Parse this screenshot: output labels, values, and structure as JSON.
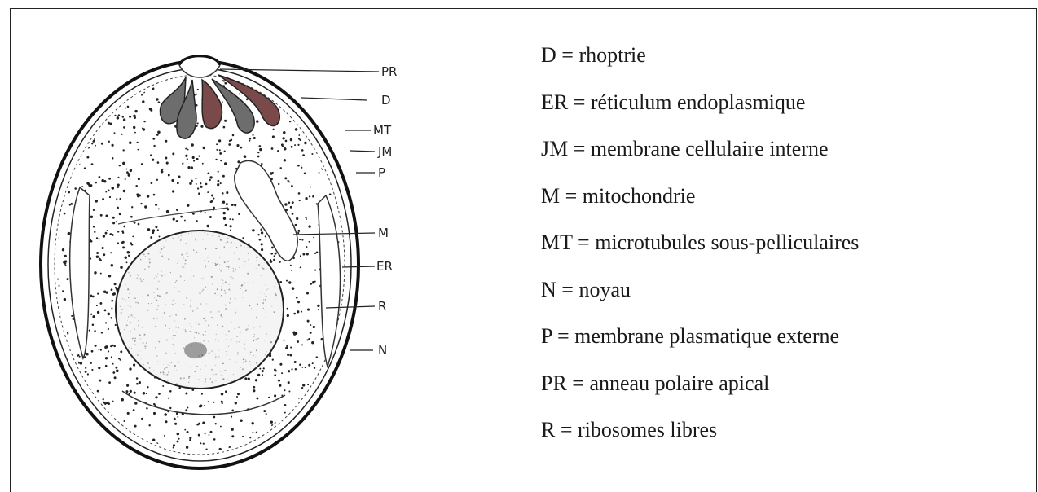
{
  "callouts": [
    "PR",
    "D",
    "MT",
    "JM",
    "P",
    "M",
    "ER",
    "R",
    "N"
  ],
  "legend": [
    "D = rhoptrie",
    "ER = réticulum endoplasmique",
    "JM = membrane cellulaire interne",
    "M = mitochondrie",
    "MT = microtubules sous-pelliculaires",
    "N = noyau",
    "P = membrane plasmatique externe",
    "PR = anneau polaire apical",
    "R = ribosomes libres"
  ]
}
